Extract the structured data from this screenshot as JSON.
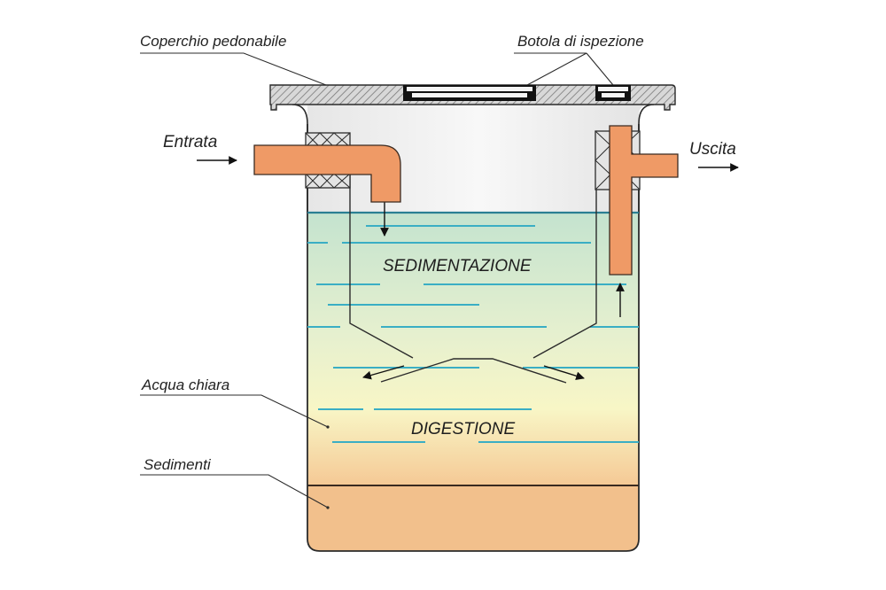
{
  "title": "Fossa settica - schema di funzionamento",
  "labels": {
    "lid": "Coperchio pedonabile",
    "hatch": "Botola di ispezione",
    "inlet": "Entrata",
    "outlet": "Uscita",
    "sedimentation": "SEDIMENTAZIONE",
    "digestion": "DIGESTIONE",
    "clear_water": "Acqua chiara",
    "sediments": "Sedimenti"
  },
  "colors": {
    "pipe": "#ef9a66",
    "water_top": "#c5e4d0",
    "water_mid": "#f6f5c8",
    "water_bottom": "#f4c899",
    "sediment": "#f2c08c",
    "water_lines": "#3aaec4",
    "surface_line": "#2a7f93",
    "lid_hatch": "#8a8a8a",
    "outline": "#2b2b2b"
  }
}
